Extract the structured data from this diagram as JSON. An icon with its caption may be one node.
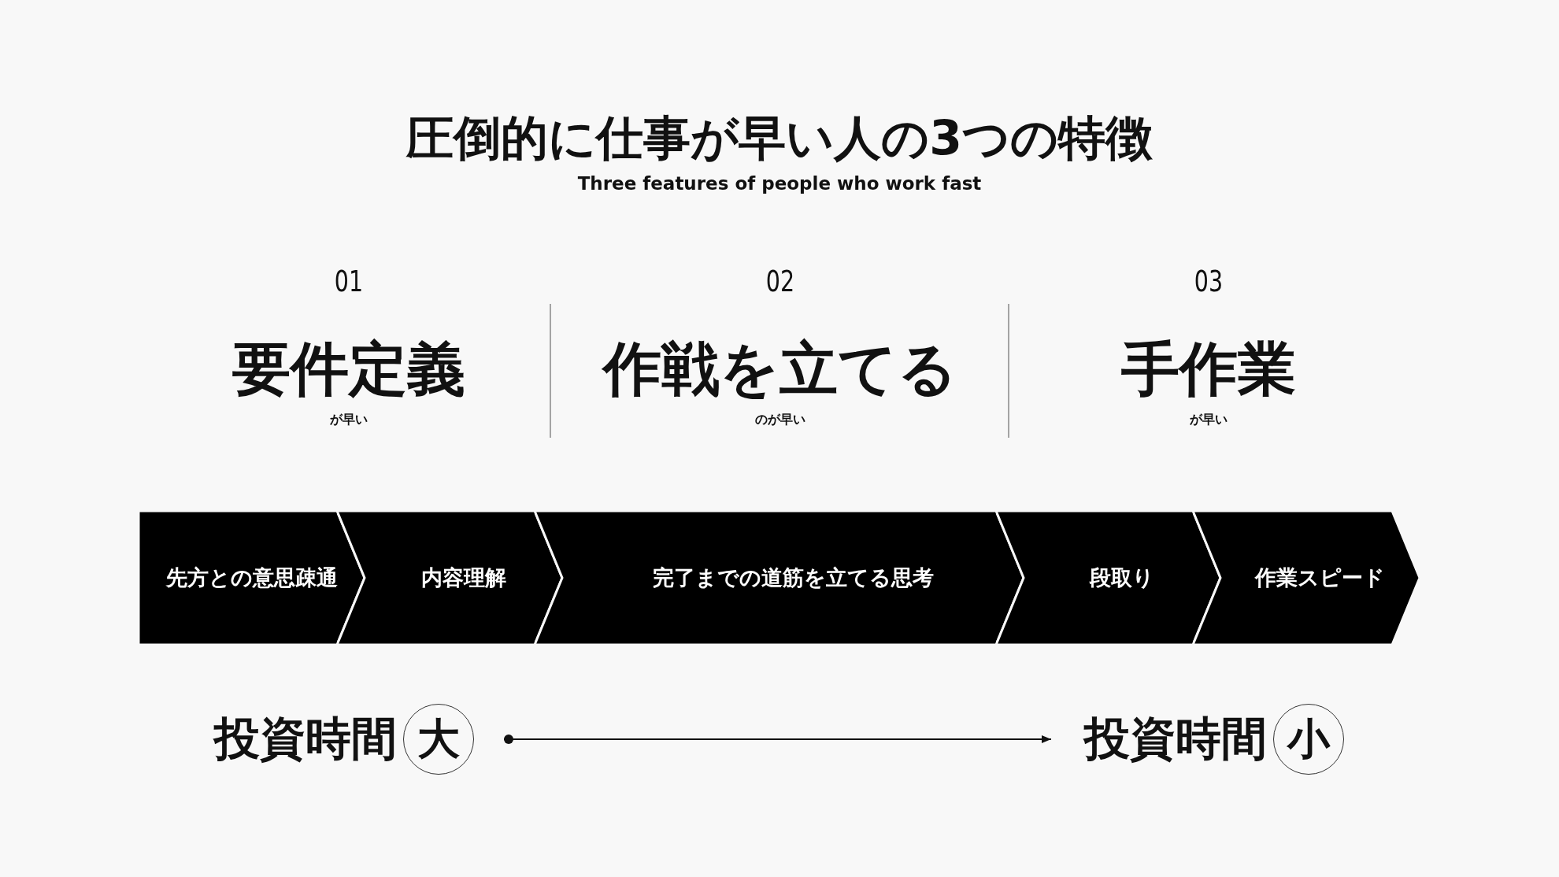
{
  "diagram": {
    "title": "圧倒的に仕事が早い人の3つの特徴",
    "nodes": [
      {
        "text": [
          "先方との意思疎通"
        ]
      },
      {
        "text": [
          "内容理解"
        ]
      },
      {
        "text": [
          "完了までの道筋を立てる思考"
        ]
      },
      {
        "text": [
          "段取り"
        ]
      },
      {
        "text": [
          "作業スピード"
        ]
      },
      {
        "text": [
          "大"
        ],
        "beside": [
          "投資時間"
        ]
      },
      {
        "text": [
          "小"
        ],
        "beside": [
          "投資時間"
        ]
      }
    ],
    "edges": [
      {
        "from": 5,
        "to": 6,
        "arrow": "to"
      }
    ],
    "labels": [
      "Three features of people who work fast",
      "01",
      "要件定義",
      "が早い",
      "02",
      "作戦を立てる",
      "のが早い",
      "03",
      "手作業",
      "が早い"
    ]
  }
}
